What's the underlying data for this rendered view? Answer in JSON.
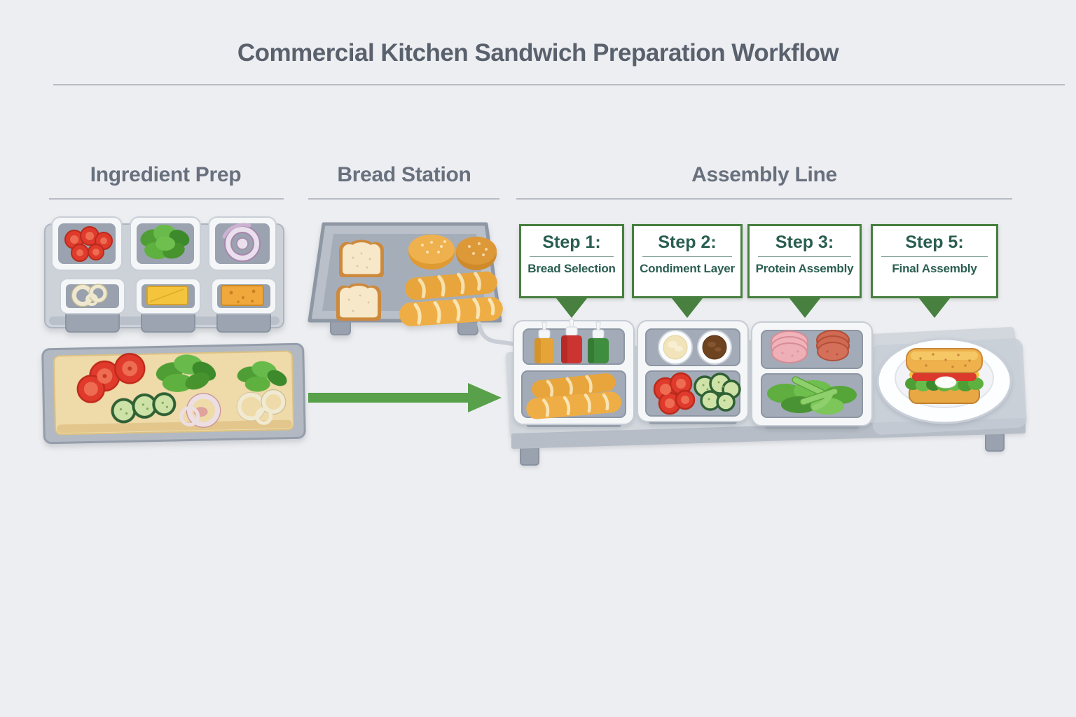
{
  "title": "Commercial Kitchen Sandwich Preparation Workflow",
  "sections": [
    {
      "label": "Ingredient Prep"
    },
    {
      "label": "Bread Station"
    },
    {
      "label": "Assembly Line"
    }
  ],
  "steps": [
    {
      "step": "Step 1:",
      "label": "Bread Selection"
    },
    {
      "step": "Step 2:",
      "label": "Condiment Layer"
    },
    {
      "step": "Step 3:",
      "label": "Protein Assembly"
    },
    {
      "step": "Step 5:",
      "label": "Final Assembly"
    }
  ],
  "illustrations": {
    "ingredient_prep_bins": [
      "sliced-tomatoes",
      "lettuce",
      "red-onion-slices",
      "white-onion-slices",
      "cheddar-cheese-slice",
      "swiss-cheese-slice"
    ],
    "cutting_board_items": [
      "tomato-slices",
      "lettuce-bunches",
      "cucumber-slices",
      "red-onion-rings",
      "white-onion-rings"
    ],
    "bread_tray_items": [
      "sandwich-bread-slices",
      "seeded-buns",
      "baguettes"
    ],
    "assembly_stations": [
      {
        "name": "bread-selection-station",
        "top_compartment": "condiment-squeeze-bottles",
        "bottom_compartment": "baguette-rolls"
      },
      {
        "name": "condiment-layer-station",
        "top_compartment": "mayo-and-brown-sauce-cups",
        "bottom_compartment": "tomato-and-cucumber-slices"
      },
      {
        "name": "protein-assembly-station",
        "top_compartment": "ham-and-salami-slices",
        "bottom_compartment": "lettuce-and-celery"
      },
      {
        "name": "final-assembly-station",
        "item": "finished-sandwich-on-plate"
      }
    ]
  },
  "colors": {
    "background": "#edeef1",
    "title_text": "#59616d",
    "section_text": "#68707e",
    "divider": "#b7bcc4",
    "step_border": "#47803f",
    "step_text": "#2a5e50",
    "arrow_green": "#58a04a",
    "tray_gray": "#b9c0c9",
    "table_gray": "#d2d7dd"
  }
}
